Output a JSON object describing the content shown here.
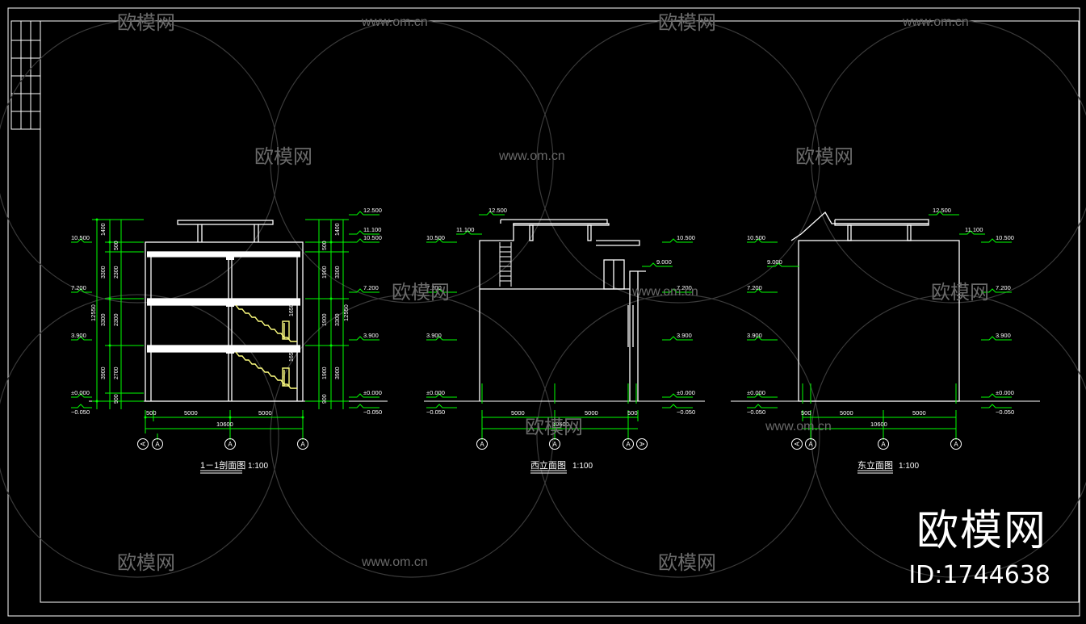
{
  "watermark": {
    "brand_cn": "欧模网",
    "url": "www.om.cn",
    "id_text": "ID:1744638"
  },
  "drawings": [
    {
      "key": "section",
      "title": "1－1剖面图",
      "scale": "1:100",
      "elevations_left": [
        "10.500",
        "7.200",
        "3.900",
        "±0.000",
        "−0.050"
      ],
      "elevations_right": [
        "12.500",
        "11.100",
        "10.500",
        "7.200",
        "3.900",
        "±0.000",
        "−0.050"
      ],
      "total_height": "12550",
      "dims_bottom": [
        "500",
        "5000",
        "5000"
      ],
      "total_width": "10600",
      "grid_axes": [
        "A",
        "A",
        "A"
      ]
    },
    {
      "key": "west",
      "title": "西立面图",
      "scale": "1:100",
      "elevations_left": [
        "12.500",
        "11.100",
        "10.500",
        "7.200",
        "3.900",
        "±0.000",
        "−0.050"
      ],
      "elevations_right": [
        "10.500",
        "9.000",
        "7.200",
        "3.900",
        "±0.000",
        "−0.050"
      ],
      "dims_bottom": [
        "5000",
        "5000",
        "500"
      ],
      "total_width": "10600",
      "grid_axes": [
        "A",
        "A",
        "A"
      ]
    },
    {
      "key": "east",
      "title": "东立面图",
      "scale": "1:100",
      "elevations_left": [
        "10.500",
        "9.000",
        "7.200",
        "3.900",
        "±0.000",
        "−0.050"
      ],
      "elevations_right": [
        "12.500",
        "11.100",
        "10.500",
        "7.200",
        "3.900",
        "±0.000",
        "−0.050"
      ],
      "dims_bottom": [
        "500",
        "5000",
        "5000"
      ],
      "total_width": "10600",
      "grid_axes": [
        "A",
        "A",
        "A"
      ]
    }
  ],
  "colors": {
    "background": "#000000",
    "line": "#ffffff",
    "dimension": "#00ff00",
    "stair": "#ffff80",
    "grid_axis": "#00ff00",
    "watermark": "#7a7a7a"
  }
}
